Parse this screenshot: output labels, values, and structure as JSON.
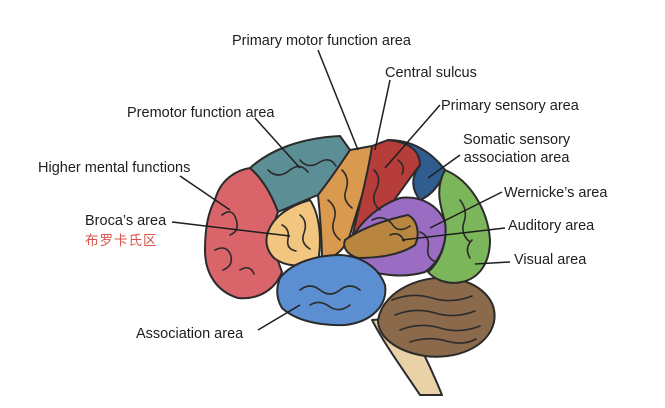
{
  "labels": {
    "primary_motor": "Primary motor function area",
    "central_sulcus": "Central sulcus",
    "premotor": "Premotor function area",
    "primary_sensory": "Primary sensory area",
    "somatic_sensory": "Somatic sensory\nassociation area",
    "higher_mental": "Higher mental functions",
    "wernicke": "Wernicke’s area",
    "broca": "Broca’s area",
    "broca_cn": "布罗卡氏区",
    "auditory": "Auditory area",
    "visual": "Visual area",
    "association": "Association area"
  },
  "colors": {
    "frontal_red": "#d9646a",
    "prefrontal_teal": "#5c8f95",
    "broca_yellow": "#f3c680",
    "motor_orange": "#d99a4f",
    "sensory_darkred": "#b63d3a",
    "somatic_navy": "#2f5d8f",
    "wernicke_purple": "#9a6cc2",
    "auditory_gold": "#b8863e",
    "visual_green": "#7cb65a",
    "temporal_blue": "#5b8fd1",
    "cerebellum_brown": "#8a6a4a",
    "brainstem_tan": "#e9d2a8",
    "outline": "#2b2b2b"
  }
}
